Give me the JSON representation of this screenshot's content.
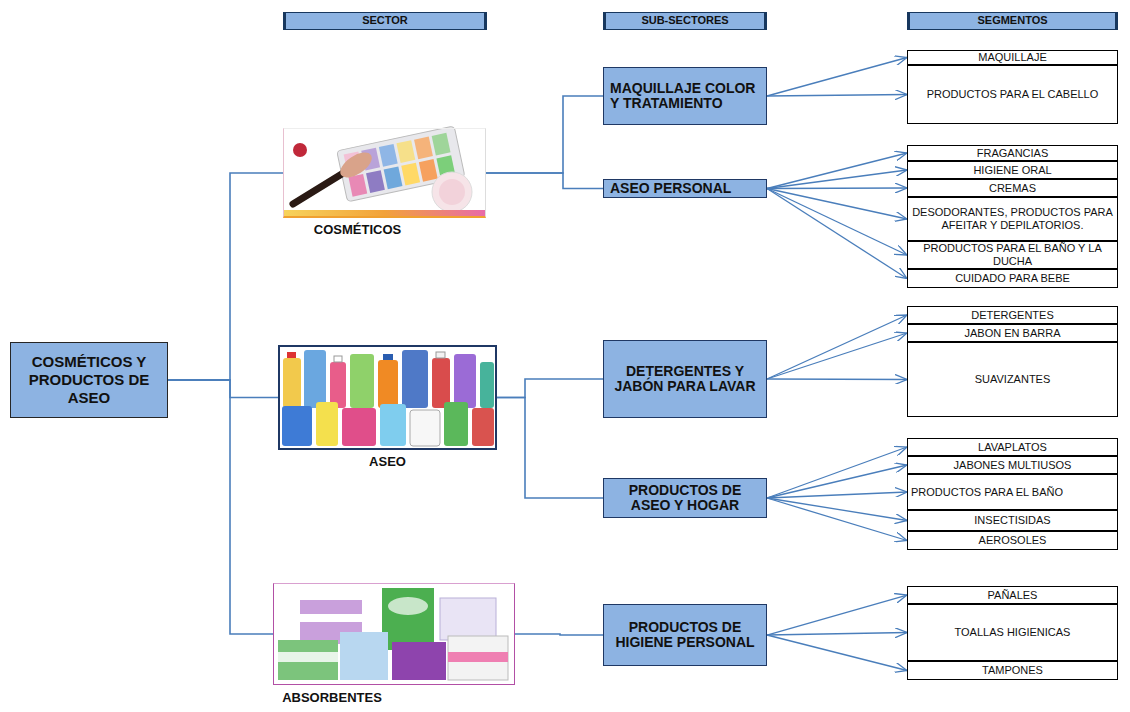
{
  "diagram": {
    "nodes": [
      {
        "text": [
          "SECTOR"
        ]
      },
      {
        "text": [
          "SUB-SECTORES"
        ]
      },
      {
        "text": [
          "SEGMENTOS"
        ]
      },
      {
        "text": [
          "COSMÉTICOS Y PRODUCTOS DE ASEO"
        ]
      },
      {
        "text": [
          "COSMÉTICOS"
        ]
      },
      {
        "text": [
          "ASEO"
        ]
      },
      {
        "text": [
          "ABSORBENTES"
        ]
      },
      {
        "text": [
          "MAQUILLAJE COLOR Y TRATAMIENTO"
        ]
      },
      {
        "text": [
          "ASEO PERSONAL"
        ]
      },
      {
        "text": [
          "DETERGENTES Y JABÓN PARA LAVAR"
        ]
      },
      {
        "text": [
          "PRODUCTOS DE ASEO Y HOGAR"
        ]
      },
      {
        "text": [
          "PRODUCTOS DE HIGIENE PERSONAL"
        ]
      },
      {
        "text": [
          "MAQUILLAJE"
        ]
      },
      {
        "text": [
          "PRODUCTOS PARA EL CABELLO"
        ]
      },
      {
        "text": [
          "FRAGANCIAS"
        ]
      },
      {
        "text": [
          "HIGIENE ORAL"
        ]
      },
      {
        "text": [
          "CREMAS"
        ]
      },
      {
        "text": [
          "DESODORANTES, PRODUCTOS PARA AFEITAR Y DEPILATORIOS."
        ]
      },
      {
        "text": [
          "PRODUCTOS PARA EL BAÑO Y LA DUCHA"
        ]
      },
      {
        "text": [
          "CUIDADO PARA BEBE"
        ]
      },
      {
        "text": [
          "DETERGENTES"
        ]
      },
      {
        "text": [
          "JABON EN BARRA"
        ]
      },
      {
        "text": [
          "SUAVIZANTES"
        ]
      },
      {
        "text": [
          "LAVAPLATOS"
        ]
      },
      {
        "text": [
          "JABONES MULTIUSOS"
        ]
      },
      {
        "text": [
          "PRODUCTOS PARA EL BAÑO"
        ]
      },
      {
        "text": [
          "INSECTISIDAS"
        ]
      },
      {
        "text": [
          "AEROSOLES"
        ]
      },
      {
        "text": [
          "PAÑALES"
        ]
      },
      {
        "text": [
          "TOALLAS HIGIENICAS"
        ]
      },
      {
        "text": [
          "TAMPONES"
        ]
      }
    ],
    "edges": [
      {
        "from": 3,
        "to": 4,
        "arrow": "none"
      },
      {
        "from": 3,
        "to": 5,
        "arrow": "none"
      },
      {
        "from": 3,
        "to": 6,
        "arrow": "none"
      },
      {
        "from": 4,
        "to": 7,
        "arrow": "none"
      },
      {
        "from": 4,
        "to": 8,
        "arrow": "none"
      },
      {
        "from": 5,
        "to": 9,
        "arrow": "none"
      },
      {
        "from": 5,
        "to": 10,
        "arrow": "none"
      },
      {
        "from": 6,
        "to": 11,
        "arrow": "none"
      },
      {
        "from": 7,
        "to": 12,
        "arrow": "to"
      },
      {
        "from": 7,
        "to": 13,
        "arrow": "to"
      },
      {
        "from": 8,
        "to": 14,
        "arrow": "to"
      },
      {
        "from": 8,
        "to": 15,
        "arrow": "to"
      },
      {
        "from": 8,
        "to": 16,
        "arrow": "to"
      },
      {
        "from": 8,
        "to": 17,
        "arrow": "to"
      },
      {
        "from": 8,
        "to": 18,
        "arrow": "to"
      },
      {
        "from": 8,
        "to": 19,
        "arrow": "to"
      },
      {
        "from": 9,
        "to": 20,
        "arrow": "to"
      },
      {
        "from": 9,
        "to": 21,
        "arrow": "to"
      },
      {
        "from": 9,
        "to": 22,
        "arrow": "to"
      },
      {
        "from": 10,
        "to": 23,
        "arrow": "to"
      },
      {
        "from": 10,
        "to": 24,
        "arrow": "to"
      },
      {
        "from": 10,
        "to": 25,
        "arrow": "to"
      },
      {
        "from": 10,
        "to": 26,
        "arrow": "to"
      },
      {
        "from": 10,
        "to": 27,
        "arrow": "to"
      },
      {
        "from": 11,
        "to": 28,
        "arrow": "to"
      },
      {
        "from": 11,
        "to": 29,
        "arrow": "to"
      },
      {
        "from": 11,
        "to": 30,
        "arrow": "to"
      }
    ]
  }
}
